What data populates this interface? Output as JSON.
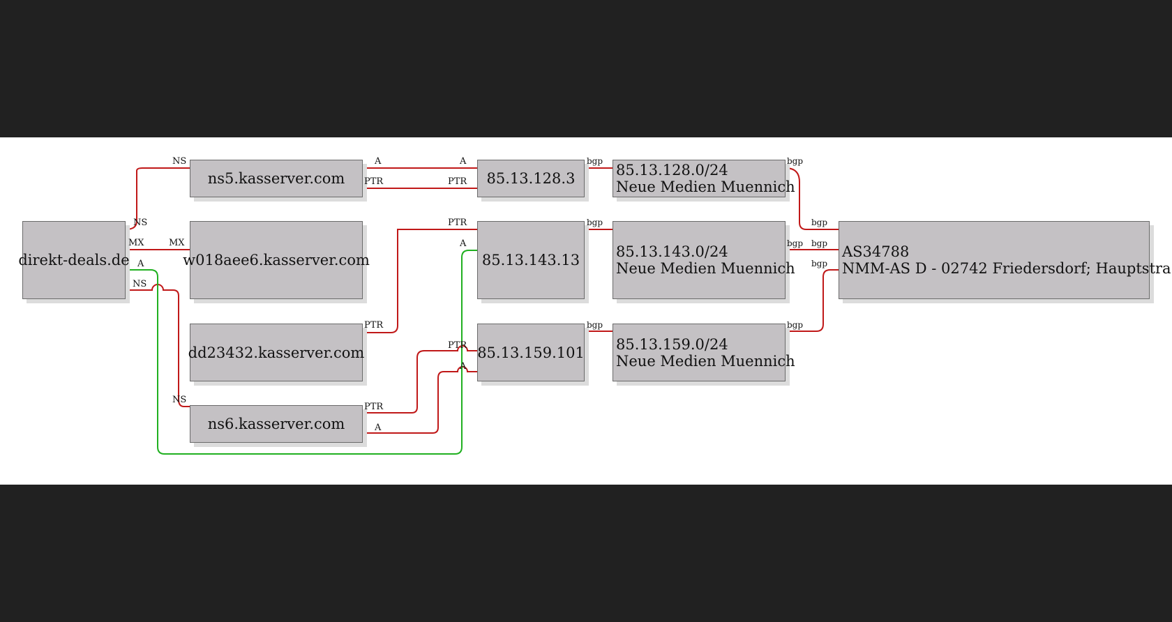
{
  "colors": {
    "background": "#212121",
    "canvas": "#ffffff",
    "node_fill": "#c4c1c4",
    "node_border": "#6a6a6a",
    "edge_red": "#c01818",
    "edge_green": "#20b020"
  },
  "nodes": {
    "domain": {
      "label": "direkt-deals.de"
    },
    "ns5": {
      "label": "ns5.kasserver.com"
    },
    "w018": {
      "label": "w018aee6.kasserver.com"
    },
    "dd23432": {
      "label": "dd23432.kasserver.com"
    },
    "ns6": {
      "label": "ns6.kasserver.com"
    },
    "ip1283": {
      "label": "85.13.128.3"
    },
    "ip14313": {
      "label": "85.13.143.13"
    },
    "ip159101": {
      "label": "85.13.159.101"
    },
    "net128": {
      "line1": "85.13.128.0/24",
      "line2": "Neue Medien Muennich"
    },
    "net143": {
      "line1": "85.13.143.0/24",
      "line2": "Neue Medien Muennich"
    },
    "net159": {
      "line1": "85.13.159.0/24",
      "line2": "Neue Medien Muennich"
    },
    "as": {
      "line1": "AS34788",
      "line2": "NMM-AS D - 02742 Friedersdorf; Hauptstra"
    }
  },
  "edge_labels": {
    "ns": "NS",
    "mx": "MX",
    "a": "A",
    "ptr": "PTR",
    "bgp": "bgp"
  }
}
